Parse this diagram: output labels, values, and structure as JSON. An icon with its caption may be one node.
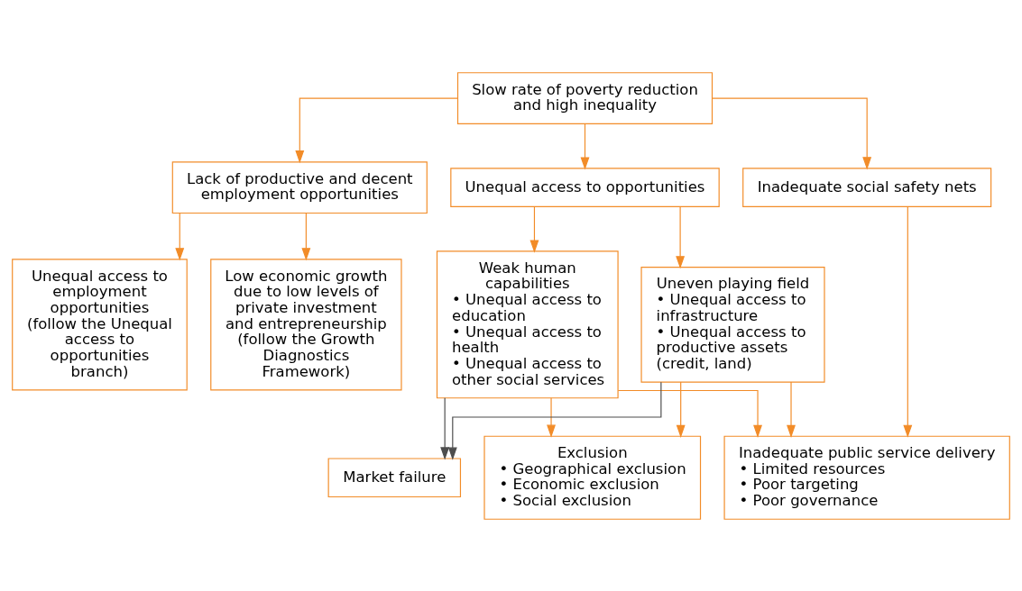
{
  "diagram": {
    "nodes": [
      {
        "text": [
          "Slow rate of poverty reduction and high inequality"
        ]
      },
      {
        "text": [
          "Lack of productive and decent employment opportunities"
        ]
      },
      {
        "text": [
          "Unequal access to opportunities"
        ]
      },
      {
        "text": [
          "Inadequate social safety nets"
        ]
      },
      {
        "text": [
          "Low economic growth due to low levels of private investment and entrepreneurship (follow the Growth Diagnostics Framework)"
        ]
      },
      {
        "text": [
          "Unequal access to employment opportunities (follow the Unequal access to opportunities branch)"
        ]
      },
      {
        "text": [
          "Weak human capabilities",
          "• Unequal access to education",
          "• Unequal access to health",
          "• Unequal access to other social services"
        ]
      },
      {
        "text": [
          "Uneven playing field",
          "• Unequal access to infrastructure",
          "• Unequal access to productive assets (credit, land)"
        ]
      },
      {
        "text": [
          "Exclusion",
          "• Geographical exclusion",
          "• Economic exclusion",
          "• Social exclusion"
        ]
      },
      {
        "text": [
          "Market failure"
        ]
      },
      {
        "text": [
          "Inadequate public service delivery",
          "• Limited resources",
          "• Poor targeting",
          "• Poor governance"
        ]
      }
    ],
    "edges": [
      {
        "from": 0,
        "to": 1,
        "arrow": "to"
      },
      {
        "from": 0,
        "to": 2,
        "arrow": "to"
      },
      {
        "from": 0,
        "to": 3,
        "arrow": "to"
      },
      {
        "from": 1,
        "to": 4,
        "arrow": "to"
      },
      {
        "from": 1,
        "to": 5,
        "arrow": "to"
      },
      {
        "from": 2,
        "to": 6,
        "arrow": "to"
      },
      {
        "from": 2,
        "to": 7,
        "arrow": "to"
      },
      {
        "from": 6,
        "to": 8,
        "arrow": "to"
      },
      {
        "from": 6,
        "to": 9,
        "arrow": "to",
        "color": "#4d4d4d"
      },
      {
        "from": 6,
        "to": 10,
        "arrow": "to"
      },
      {
        "from": 7,
        "to": 8,
        "arrow": "to"
      },
      {
        "from": 7,
        "to": 9,
        "arrow": "to",
        "color": "#4d4d4d"
      },
      {
        "from": 7,
        "to": 10,
        "arrow": "to"
      },
      {
        "from": 3,
        "to": 10,
        "arrow": "to"
      }
    ]
  }
}
